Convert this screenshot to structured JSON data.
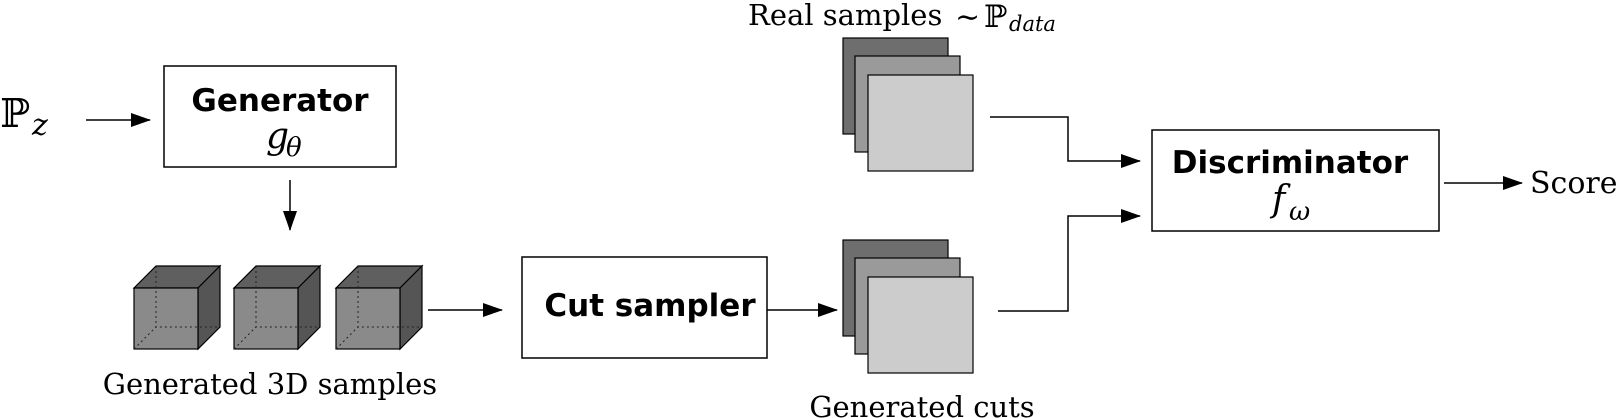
{
  "input": {
    "symbol": "ℙ",
    "subscript": "z"
  },
  "generator": {
    "title": "Generator",
    "symbol": "g",
    "subscript": "θ"
  },
  "generated_samples": {
    "label": "Generated 3D samples"
  },
  "cut_sampler": {
    "title": "Cut sampler"
  },
  "real_samples": {
    "label": "Real samples",
    "tilde": "∼",
    "symbol": "ℙ",
    "subscript": "data"
  },
  "generated_cuts": {
    "label": "Generated cuts"
  },
  "discriminator": {
    "title": "Discriminator",
    "symbol": "f",
    "subscript": "ω"
  },
  "output": {
    "label": "Score"
  },
  "colors": {
    "cube_front": "#8a8a8a",
    "cube_top": "#5f5f5f",
    "cube_side": "#555555",
    "sheet_back": "#6e6e6e",
    "sheet_middle": "#9a9a9a",
    "sheet_front": "#cccccc",
    "stroke": "#000000"
  }
}
